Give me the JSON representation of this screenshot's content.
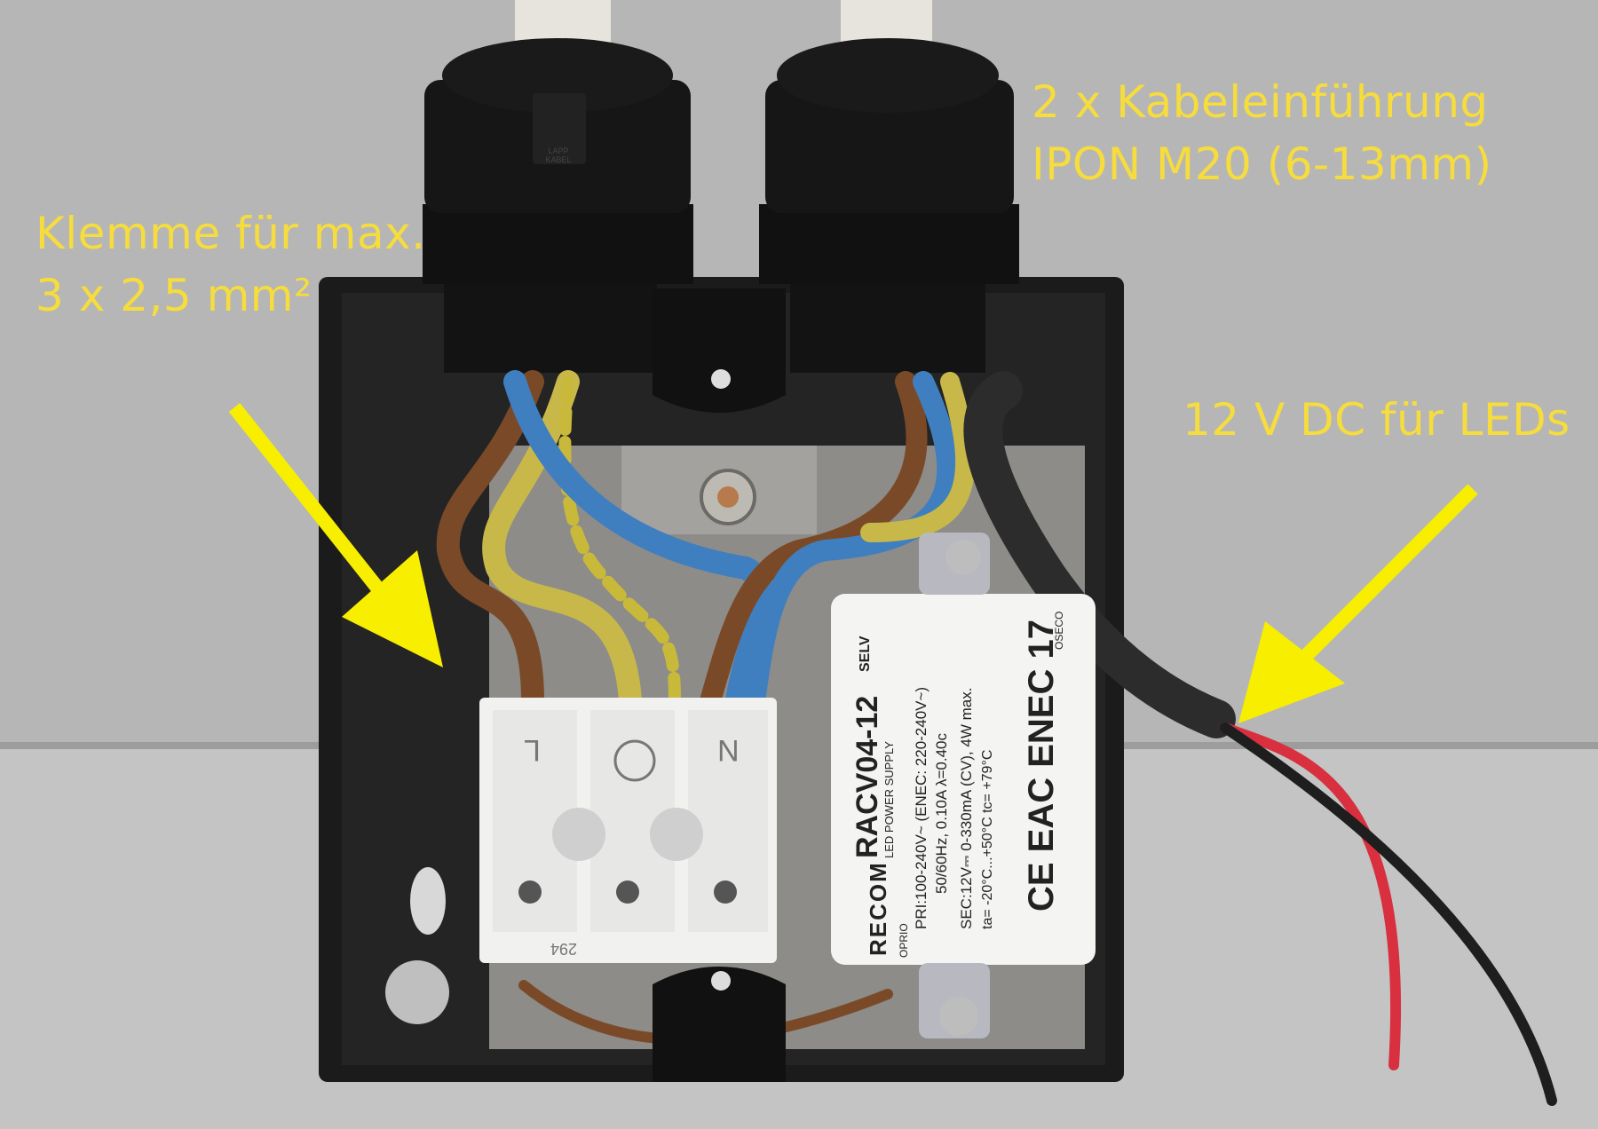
{
  "annotations": {
    "cable_glands_line1": "2 x Kabeleinführung",
    "cable_glands_line2": "IPON M20 (6-13mm)",
    "terminal_line1": "Klemme für max.",
    "terminal_line2": "3 x 2,5 mm²",
    "dc_output": "12 V DC für LEDs"
  },
  "power_supply_label": {
    "brand": "RECOM",
    "model": "RACV04-12",
    "type": "LED POWER SUPPLY",
    "selv": "SELV",
    "primary": "PRI:100-240V~   (ENEC: 220-240V~)",
    "primary2": "50/60Hz, 0.10A  λ=0.40c",
    "secondary": "SEC:12V⎓ 0-330mA (CV), 4W max.",
    "temps": "ta= -20°C...+50°C     tc= +79°C",
    "pri_marker": "OPRIO",
    "sec_marker": "OSECO",
    "marks": "CE EAC ENEC 17"
  },
  "terminal_block": {
    "label_l": "L",
    "label_n": "N",
    "part_number": "294"
  },
  "gland_brand": "LAPP KABEL",
  "colors": {
    "annotation": "#f6dc3c",
    "arrow": "#f8ee00",
    "enclosure": "#1b1b1b",
    "background": "#b7b7b7"
  }
}
